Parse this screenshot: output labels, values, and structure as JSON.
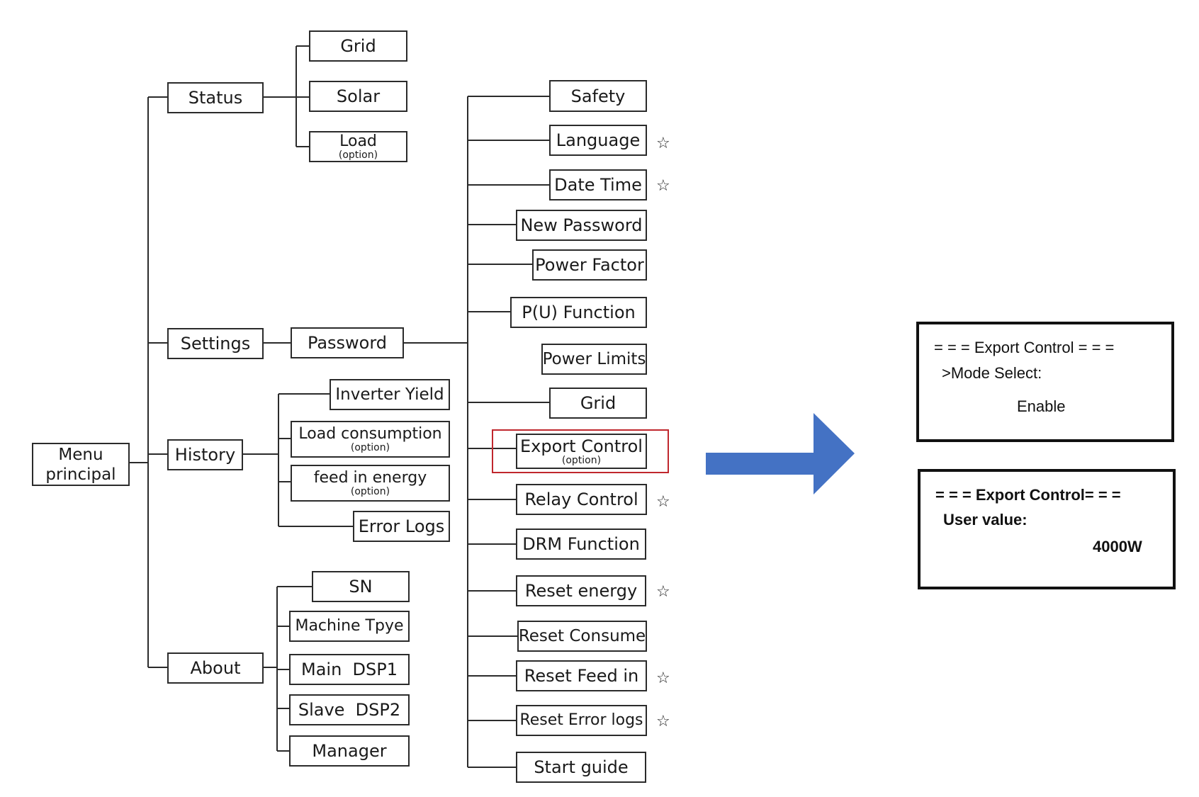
{
  "root": {
    "line1": "Menu",
    "line2": "principal"
  },
  "status": {
    "label": "Status",
    "children": [
      {
        "label": "Grid"
      },
      {
        "label": "Solar"
      },
      {
        "label": "Load",
        "sub": "(option)"
      }
    ]
  },
  "settings": {
    "label": "Settings",
    "password": "Password",
    "items": [
      {
        "label": "Safety"
      },
      {
        "label": "Language",
        "star": "☆"
      },
      {
        "label": "Date Time",
        "star": "☆"
      },
      {
        "label": "New Password"
      },
      {
        "label": "Power Factor"
      },
      {
        "label": "P(U) Function"
      },
      {
        "label": "Power Limits"
      },
      {
        "label": "Grid"
      },
      {
        "label": "Export Control",
        "sub": "(option)"
      },
      {
        "label": "Relay Control",
        "star": "☆"
      },
      {
        "label": "DRM Function"
      },
      {
        "label": "Reset energy",
        "star": "☆"
      },
      {
        "label": "Reset Consume"
      },
      {
        "label": "Reset Feed in",
        "star": "☆"
      },
      {
        "label": "Reset Error logs",
        "star": "☆"
      },
      {
        "label": "Start guide"
      }
    ]
  },
  "history": {
    "label": "History",
    "children": [
      {
        "label": "Inverter Yield"
      },
      {
        "label": "Load consumption",
        "sub": "(option)"
      },
      {
        "label": "feed in energy",
        "sub": "(option)"
      },
      {
        "label": "Error Logs"
      }
    ]
  },
  "about": {
    "label": "About",
    "children": [
      {
        "label": "SN"
      },
      {
        "label": "Machine Tpye"
      },
      {
        "label": "Main  DSP1"
      },
      {
        "label": "Slave  DSP2"
      },
      {
        "label": "Manager"
      }
    ]
  },
  "colors": {
    "highlight": "#c0272d",
    "arrow": "#4472c4",
    "line": "#2b2b2b"
  },
  "screens": [
    {
      "title": "= = = Export Control = = =",
      "line1": ">Mode Select:",
      "value": "Enable"
    },
    {
      "title": "= = = Export Control= = =",
      "line1": "User value:",
      "value": "4000W"
    }
  ]
}
